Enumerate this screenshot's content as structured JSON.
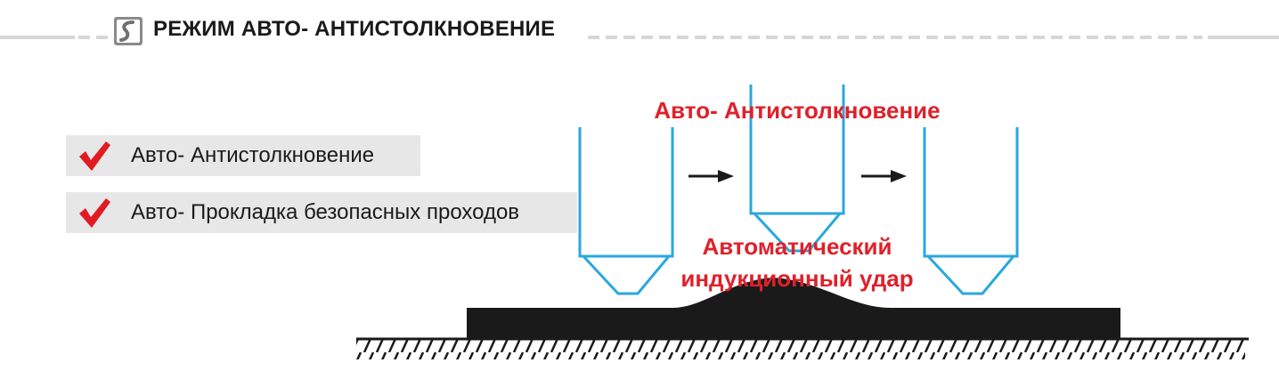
{
  "header": {
    "title": "РЕЖИМ АВТО- АНТИСТОЛКНОВЕНИЕ",
    "icon": "logo-icon"
  },
  "features": [
    {
      "label": "Авто- Антистолкновение",
      "icon": "checkmark-icon"
    },
    {
      "label": "Авто- Прокладка безопасных проходов",
      "icon": "checkmark-icon"
    }
  ],
  "diagram": {
    "top_label": "Авто- Антистолкновение",
    "impact_label_line1": "Автоматический",
    "impact_label_line2": "индукционный удар",
    "colors": {
      "tool": "#2aa7df",
      "accent": "#e0202a",
      "material": "#1a1a1a",
      "arrow": "#1a1a1a"
    }
  }
}
